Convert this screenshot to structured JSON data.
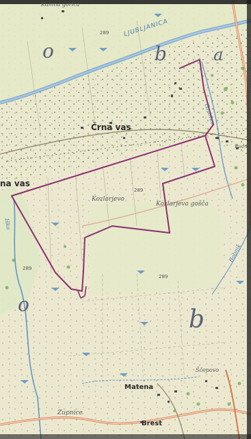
{
  "map": {
    "colors": {
      "paper": "#ece8d0",
      "boundary": "#8a2f6e",
      "water": "#5b8fc6",
      "road": "#e07a4d",
      "vegetation": "#86b86a"
    },
    "labels": {
      "river": "LJUBLJANICA",
      "village_1": "Črna vas",
      "village_1_partial": "na vas",
      "village_2": "Matena",
      "village_3": "Brest",
      "locality_1": "Kozlarjevo",
      "locality_2": "Kozlarjeva gošča",
      "locality_3": "Zupnice",
      "locality_4": "Ščepovo",
      "stream_1": "Iška",
      "stream_2": "Farovec",
      "stream_3": "Bobnik",
      "letter_o_top": "o",
      "letter_b_top": "b",
      "letter_a_top": "a",
      "letter_o_bottom": "o",
      "letter_b_bottom": "b",
      "elev_1": "289",
      "elev_2": "289",
      "elev_3": "289",
      "elev_4": "289",
      "top_partial": "Kamna gorica",
      "right_partial": "Rudn"
    }
  }
}
